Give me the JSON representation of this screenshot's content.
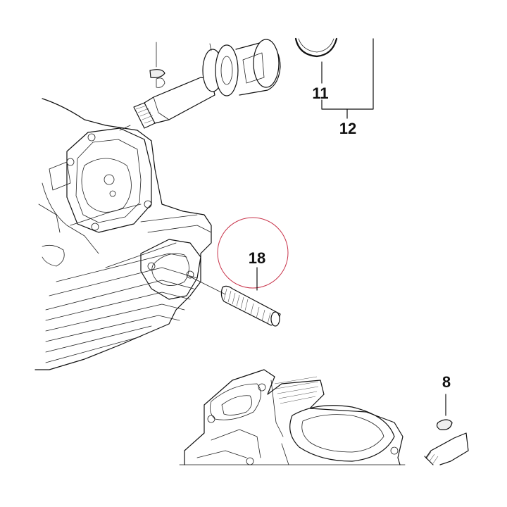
{
  "callouts": {
    "part_8": "8",
    "part_11": "11",
    "part_12": "12",
    "part_18": "18"
  },
  "colors": {
    "ink": "#111111",
    "highlight_circle": "#c8334a",
    "background": "#ffffff"
  }
}
